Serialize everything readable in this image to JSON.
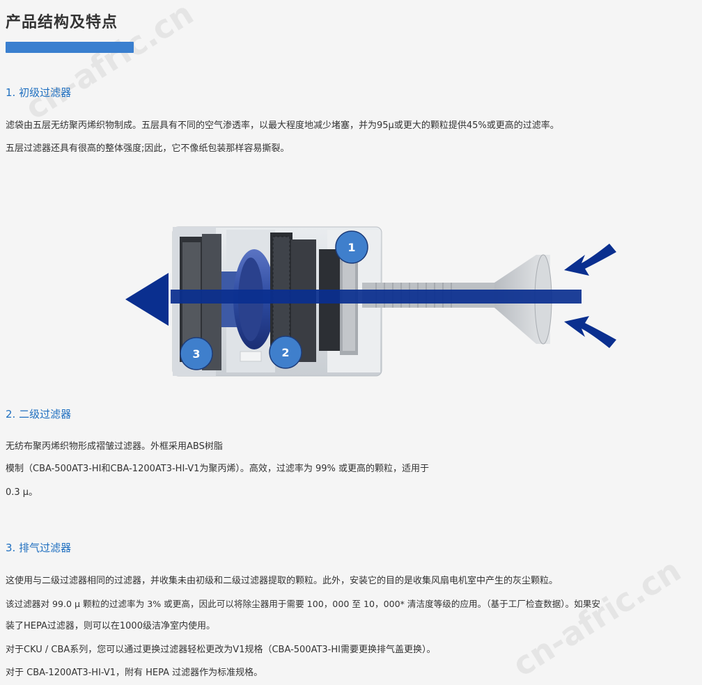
{
  "header": {
    "title": "产品结构及特点",
    "accent_color": "#3a7fcf"
  },
  "sections": [
    {
      "heading": "1. 初级过滤器",
      "lines": [
        "滤袋由五层无纺聚丙烯织物制成。五层具有不同的空气渗透率，以最大程度地减少堵塞，并为95μ或更大的颗粒提供45%或更高的过滤率。",
        "五层过滤器还具有很高的整体强度;因此，它不像纸包装那样容易撕裂。"
      ]
    },
    {
      "heading": "2. 二级过滤器",
      "lines": [
        "无纺布聚丙烯织物形成褶皱过滤器。外框采用ABS树脂",
        "模制（CBA-500AT3-HI和CBA-1200AT3-HI-V1为聚丙烯）。高效，过滤率为 99% 或更高的颗粒，适用于",
        "0.3 μ。"
      ]
    },
    {
      "heading": "3. 排气过滤器",
      "lines": [
        "这使用与二级过滤器相同的过滤器，并收集未由初级和二级过滤器提取的颗粒。此外，安装它的目的是收集风扇电机室中产生的灰尘颗粒。",
        "该过滤器对 99.0 μ 颗粒的过滤率为 3% 或更高，因此可以将除尘器用于需要 100，000 至 10，000* 清洁度等级的应用。（基于工厂检查数据）。如果安",
        "装了HEPA过滤器，则可以在1000级洁净室内使用。",
        "对于CKU / CBA系列，您可以通过更换过滤器轻松更改为V1规格（CBA-500AT3-HI需要更换排气盖更换）。",
        "对于 CBA-1200AT3-HI-V1，附有 HEPA 过滤器作为标准规格。"
      ]
    }
  ],
  "diagram": {
    "badges": [
      "1",
      "2",
      "3"
    ],
    "airflow_color": "#0a2f8f",
    "badge_color": "#3f7fcc",
    "icons": [
      "exhaust-arrow-icon",
      "intake-arrow-icon"
    ]
  },
  "watermark": {
    "text": "cn-afric.cn"
  }
}
